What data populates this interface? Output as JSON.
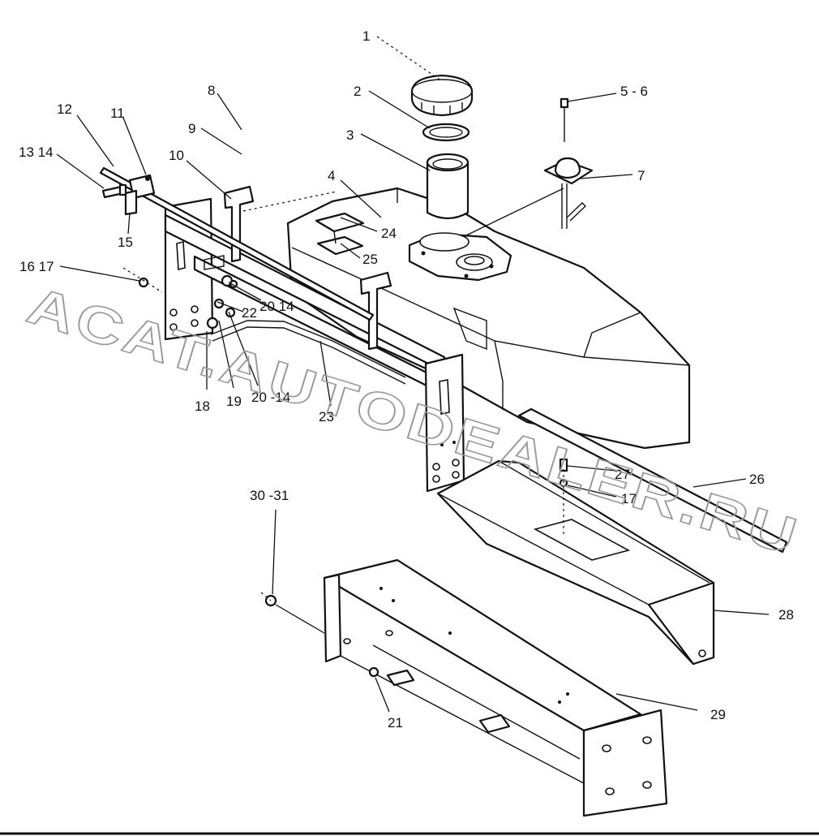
{
  "watermark": "ACAT.AUTODEALER.RU",
  "callouts": {
    "c1": "1",
    "c2": "2",
    "c3": "3",
    "c4": "4",
    "c5_6": "5 - 6",
    "c7": "7",
    "c8": "8",
    "c9": "9",
    "c10": "10",
    "c11": "11",
    "c12": "12",
    "c13_14": "13 14",
    "c15": "15",
    "c16_17": "16 17",
    "c17": "17",
    "c18": "18",
    "c19": "19",
    "c20_14a": "20 14",
    "c20_14b": "20 -14",
    "c21": "21",
    "c22": "22",
    "c23": "23",
    "c24": "24",
    "c25": "25",
    "c26": "26",
    "c27": "27",
    "c28": "28",
    "c29": "29",
    "c30_31": "30 -31"
  }
}
